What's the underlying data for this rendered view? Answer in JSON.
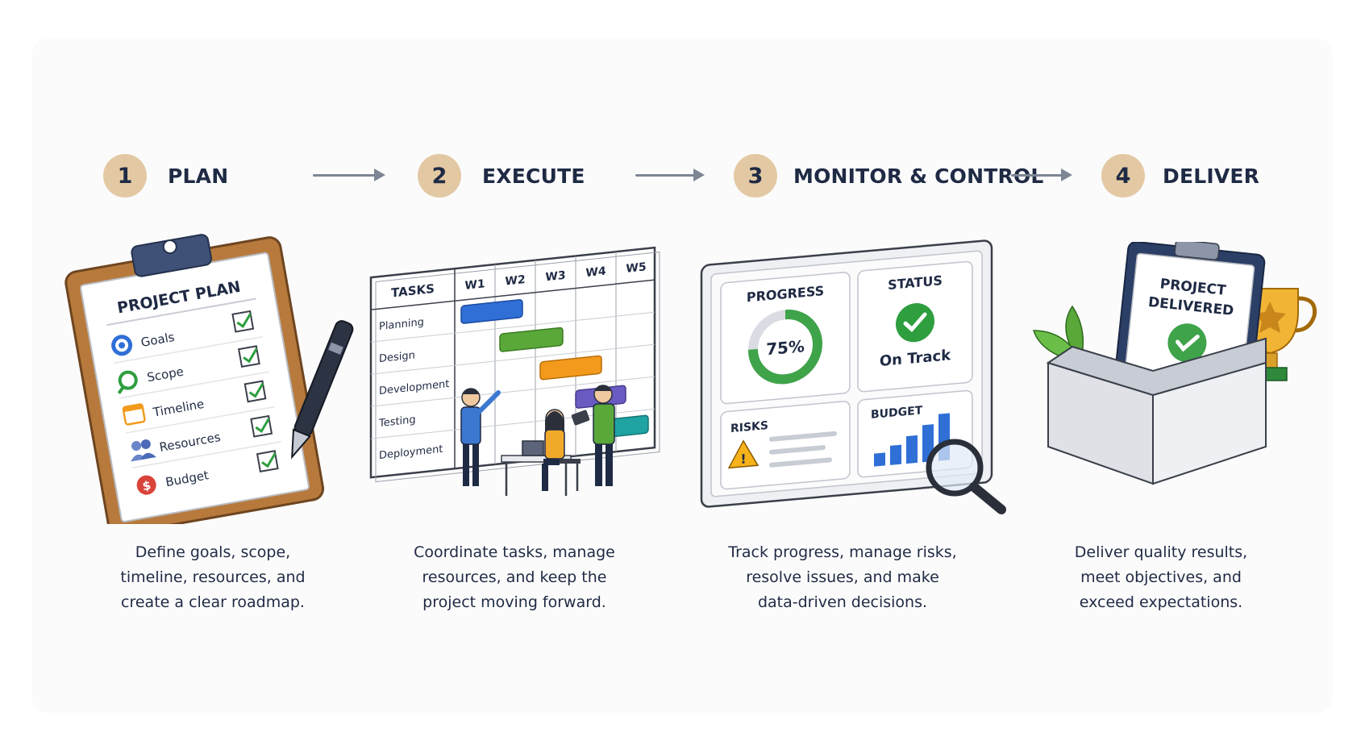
{
  "steps": [
    {
      "number": "1",
      "title": "PLAN",
      "description": [
        "Define goals, scope,",
        "timeline, resources, and",
        "create a clear roadmap."
      ]
    },
    {
      "number": "2",
      "title": "EXECUTE",
      "description": [
        "Coordinate tasks, manage",
        "resources, and keep the",
        "project moving forward."
      ]
    },
    {
      "number": "3",
      "title": "MONITOR & CONTROL",
      "description": [
        "Track progress, manage risks,",
        "resolve issues, and make",
        "data-driven decisions."
      ]
    },
    {
      "number": "4",
      "title": "DELIVER",
      "description": [
        "Deliver quality results,",
        "meet objectives, and",
        "exceed expectations."
      ]
    }
  ],
  "plan_clipboard": {
    "title": "PROJECT PLAN",
    "items": [
      "Goals",
      "Scope",
      "Timeline",
      "Resources",
      "Budget"
    ]
  },
  "gantt": {
    "header_tasks": "TASKS",
    "weeks": [
      "W1",
      "W2",
      "W3",
      "W4",
      "W5"
    ],
    "tasks": [
      "Planning",
      "Design",
      "Development",
      "Testing",
      "Deployment"
    ]
  },
  "dashboard": {
    "progress_label": "PROGRESS",
    "progress_value": "75%",
    "progress_fraction": 0.75,
    "status_label": "STATUS",
    "status_value": "On Track",
    "risks_label": "RISKS",
    "budget_label": "BUDGET"
  },
  "deliver": {
    "line1": "PROJECT",
    "line2": "DELIVERED"
  },
  "colors": {
    "number_badge": "#e3c9a3",
    "text_dark": "#1f2a44",
    "bar_blue": "#2f6fd6",
    "bar_green": "#5aa83a",
    "bar_orange": "#f39a1d",
    "bar_purple": "#6a5bc2",
    "bar_teal": "#1fa3a3",
    "check_green": "#2e9e3f"
  }
}
